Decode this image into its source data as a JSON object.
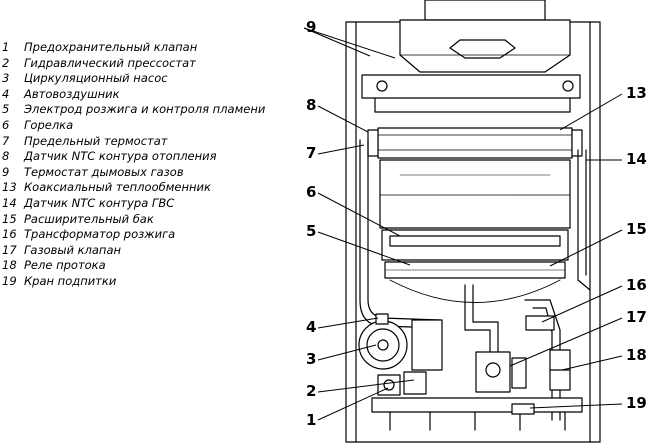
{
  "legend": [
    {
      "num": "1",
      "text": "Предохранительный клапан"
    },
    {
      "num": "2",
      "text": "Гидравлический прессостат"
    },
    {
      "num": "3",
      "text": "Циркуляционный насос"
    },
    {
      "num": "4",
      "text": "Автовоздушник"
    },
    {
      "num": "5",
      "text": "Электрод розжига и контроля пламени"
    },
    {
      "num": "6",
      "text": "Горелка"
    },
    {
      "num": "7",
      "text": "Предельный термостат"
    },
    {
      "num": "8",
      "text": "Датчик NTC контура отопления"
    },
    {
      "num": "9",
      "text": "Термостат дымовых газов"
    },
    {
      "num": "13",
      "text": "Коаксиальный  теплообменник"
    },
    {
      "num": "14",
      "text": "Датчик NTC контура ГВС"
    },
    {
      "num": "15",
      "text": "Расширительный бак"
    },
    {
      "num": "16",
      "text": "Трансформатор розжига"
    },
    {
      "num": "17",
      "text": "Газовый клапан"
    },
    {
      "num": "18",
      "text": "Реле протока"
    },
    {
      "num": "19",
      "text": "Кран подпитки"
    }
  ],
  "callouts": {
    "c1": "1",
    "c2": "2",
    "c3": "3",
    "c4": "4",
    "c5": "5",
    "c6": "6",
    "c7": "7",
    "c8": "8",
    "c9": "9",
    "c13": "13",
    "c14": "14",
    "c15": "15",
    "c16": "16",
    "c17": "17",
    "c18": "18",
    "c19": "19"
  }
}
